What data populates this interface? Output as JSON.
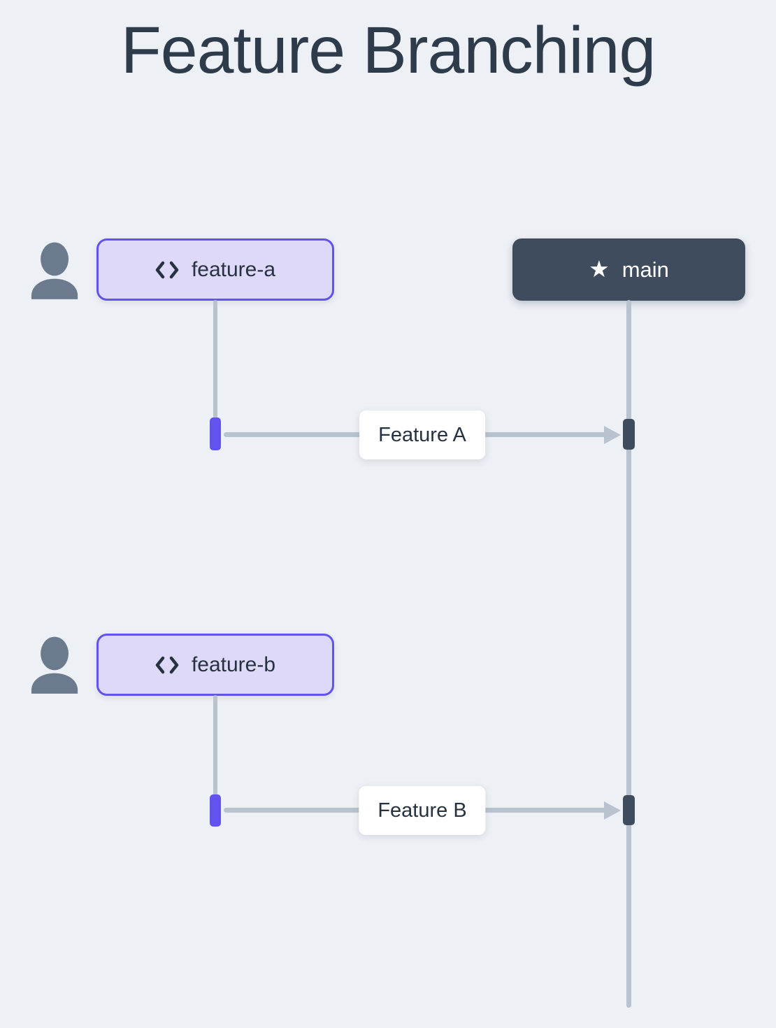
{
  "title": "Feature Branching",
  "diagram": {
    "feature_branches": [
      {
        "name": "feature-a",
        "icon": "code-brackets-icon",
        "actor_icon": "user-icon"
      },
      {
        "name": "feature-b",
        "icon": "code-brackets-icon",
        "actor_icon": "user-icon"
      }
    ],
    "main_branch": {
      "name": "main",
      "icon": "star-icon",
      "icon_glyph": "★"
    },
    "messages": [
      {
        "label": "Feature A",
        "from": "feature-a",
        "to": "main"
      },
      {
        "label": "Feature B",
        "from": "feature-b",
        "to": "main"
      }
    ]
  },
  "theme": {
    "background": "#edf0f5",
    "title_color": "#2d3b4a",
    "purple": "#6252ee",
    "lavender": "#ded9f8",
    "slate": "#3e4c5d",
    "actor_gray": "#6b7a8c",
    "line_gray": "#b9c3cf",
    "label_text": "#26323f",
    "label_bg": "#ffffff"
  }
}
